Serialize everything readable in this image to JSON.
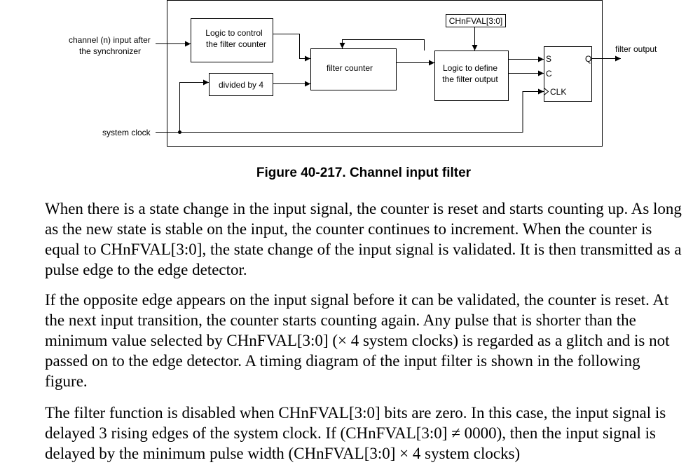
{
  "diagram": {
    "input_label_line1": "channel (n) input after",
    "input_label_line2": "the synchronizer",
    "system_clock_label": "system clock",
    "logic_control_line1": "Logic to control",
    "logic_control_line2": "the filter counter",
    "divided_label": "divided by 4",
    "filter_counter_label": "filter counter",
    "chnfval_label": "CHnFVAL[3:0]",
    "logic_define_line1": "Logic to define",
    "logic_define_line2": "the filter output",
    "ff_s": "S",
    "ff_c": "C",
    "ff_clk": "CLK",
    "ff_q": "Q",
    "output_label": "filter output"
  },
  "caption": "Figure 40-217. Channel input filter",
  "paragraphs": [
    "When there is a state change in the input signal, the counter is reset and starts counting up. As long as the new state is stable on the input, the counter continues to increment. When the counter is equal to CHnFVAL[3:0], the state change of the input signal is validated. It is then transmitted as a pulse edge to the edge detector.",
    "If the opposite edge appears on the input signal before it can be validated, the counter is reset. At the next input transition, the counter starts counting again. Any pulse that is shorter than the minimum value selected by CHnFVAL[3:0] (× 4 system clocks) is regarded as a glitch and is not passed on to the edge detector. A timing diagram of the input filter is shown in the following figure.",
    "The filter function is disabled when CHnFVAL[3:0] bits are zero. In this case, the input signal is delayed 3 rising edges of the system clock. If (CHnFVAL[3:0] ≠ 0000), then the input signal is delayed by the minimum pulse width (CHnFVAL[3:0] × 4 system clocks)"
  ]
}
